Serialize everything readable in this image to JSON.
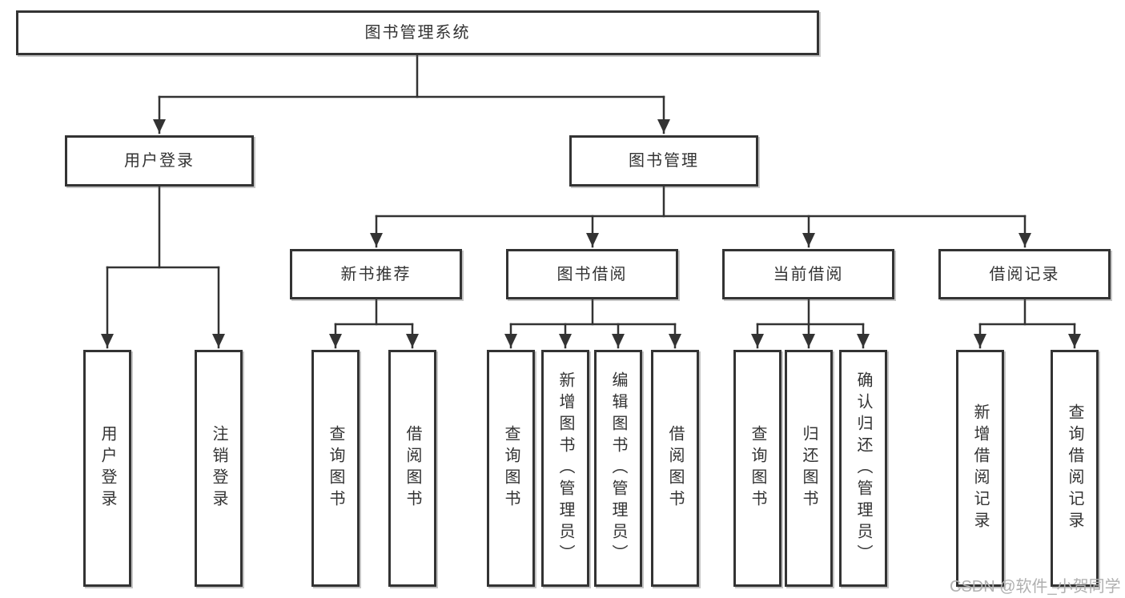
{
  "diagram_title": "图书管理系统",
  "colors": {
    "line": "#333333",
    "text": "#333333",
    "box_background": "#ffffff",
    "watermark": "#b0b0b0"
  },
  "watermark": {
    "text": "CSDN @软件_小贺同学"
  },
  "tree": {
    "label": "图书管理系统",
    "children": [
      {
        "label": "用户登录",
        "children": [
          {
            "label": "用户登录"
          },
          {
            "label": "注销登录"
          }
        ]
      },
      {
        "label": "图书管理",
        "children": [
          {
            "label": "新书推荐",
            "children": [
              {
                "label": "查询图书"
              },
              {
                "label": "借阅图书"
              }
            ]
          },
          {
            "label": "图书借阅",
            "children": [
              {
                "label": "查询图书"
              },
              {
                "label": "新增图书（管理员）"
              },
              {
                "label": "编辑图书（管理员）"
              },
              {
                "label": "借阅图书"
              }
            ]
          },
          {
            "label": "当前借阅",
            "children": [
              {
                "label": "查询图书"
              },
              {
                "label": "归还图书"
              },
              {
                "label": "确认归还（管理员）"
              }
            ]
          },
          {
            "label": "借阅记录",
            "children": [
              {
                "label": "新增借阅记录"
              },
              {
                "label": "查询借阅记录"
              }
            ]
          }
        ]
      }
    ]
  }
}
